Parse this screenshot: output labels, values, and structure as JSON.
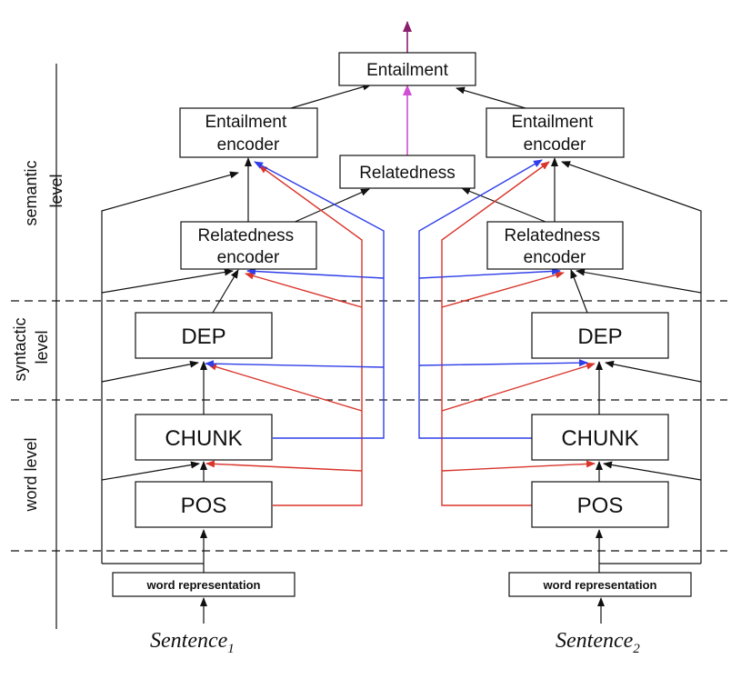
{
  "levels": {
    "semantic": [
      "semantic",
      "level"
    ],
    "syntactic": [
      "syntactic",
      "level"
    ],
    "word": "word level"
  },
  "nodes": {
    "entailment": "Entailment",
    "relatedness": "Relatedness",
    "entail_enc": [
      "Entailment",
      "encoder"
    ],
    "rel_enc": [
      "Relatedness",
      "encoder"
    ],
    "dep": "DEP",
    "chunk": "CHUNK",
    "pos": "POS",
    "word_rep": "word representation"
  },
  "sentences": {
    "left": {
      "base": "Sentence",
      "sub": "1"
    },
    "right": {
      "base": "Sentence",
      "sub": "2"
    }
  },
  "colors": {
    "black": "#111111",
    "red": "#d9352b",
    "blue": "#2f3ee8",
    "magenta": "#d14fd6",
    "purple": "#8a1f6e"
  }
}
